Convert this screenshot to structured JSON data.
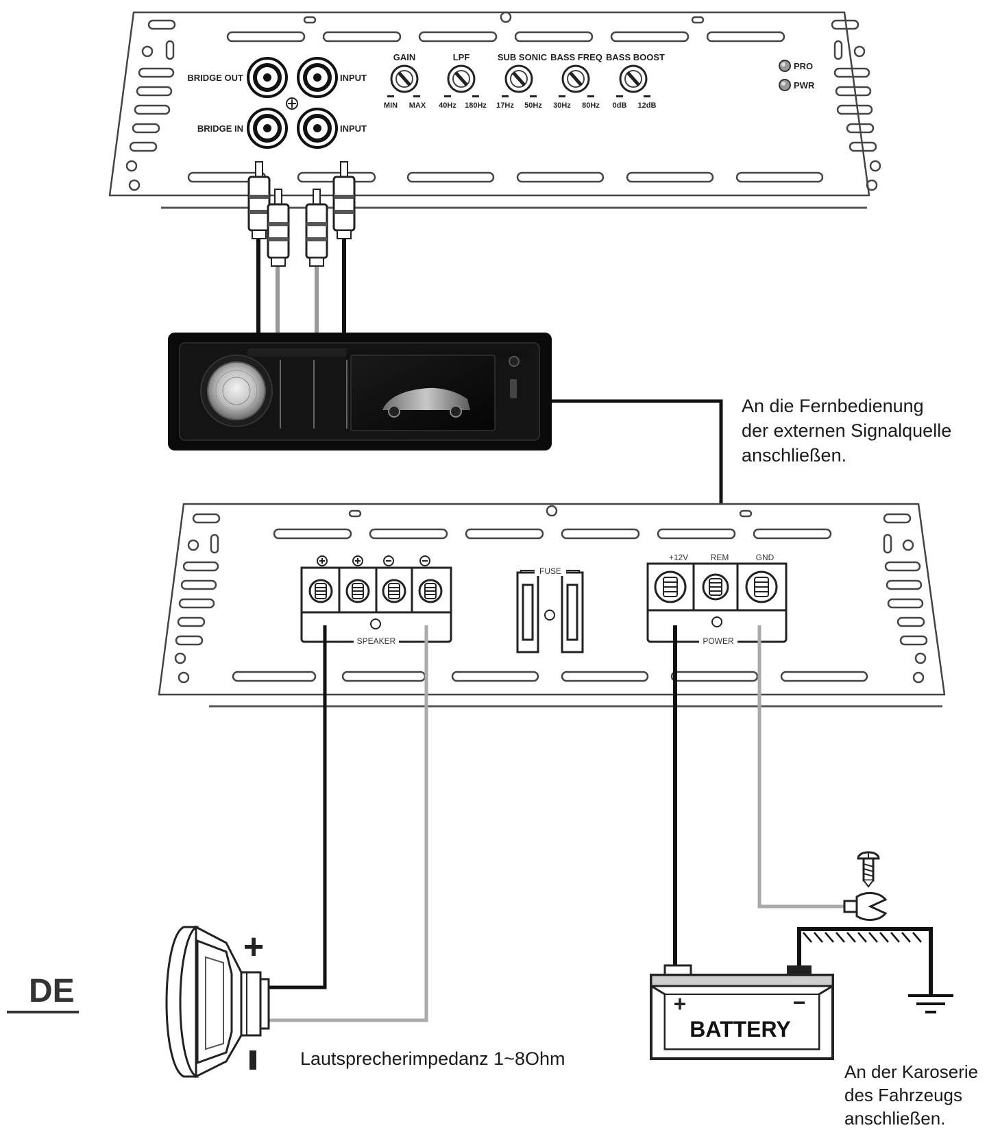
{
  "top_amp": {
    "rca_labels": [
      "BRIDGE OUT",
      "INPUT",
      "BRIDGE IN",
      "INPUT"
    ],
    "knobs": [
      {
        "label": "GAIN",
        "min": "MIN",
        "max": "MAX"
      },
      {
        "label": "LPF",
        "min": "40Hz",
        "max": "180Hz"
      },
      {
        "label": "SUB SONIC",
        "min": "17Hz",
        "max": "50Hz"
      },
      {
        "label": "BASS FREQ",
        "min": "30Hz",
        "max": "80Hz"
      },
      {
        "label": "BASS BOOST",
        "min": "0dB",
        "max": "12dB"
      }
    ],
    "leds": [
      "PRO",
      "PWR"
    ]
  },
  "bottom_amp": {
    "speaker_label": "SPEAKER",
    "fuse_label": "FUSE",
    "power_label": "POWER",
    "power_terminals": [
      "+12V",
      "REM",
      "GND"
    ]
  },
  "battery": {
    "label": "BATTERY",
    "plus": "+",
    "minus": "−"
  },
  "speaker": {
    "plus": "+",
    "minus": "−"
  },
  "notes": {
    "remote": "An die Fernbedienung\nder externen Signalquelle\nanschließen.",
    "impedance": "Lautsprecherimpedanz 1~8Ohm",
    "chassis": "An der Karoserie\ndes Fahrzeugs\nanschließen."
  },
  "language": "DE"
}
